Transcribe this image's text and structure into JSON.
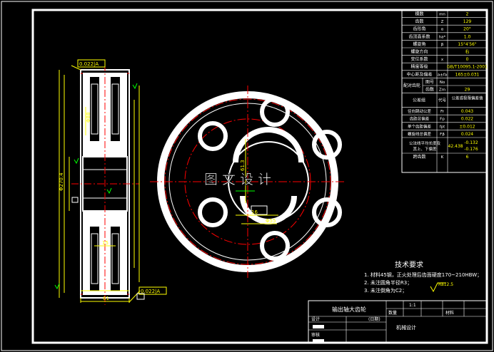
{
  "param_table": {
    "rows": [
      {
        "name": "模数",
        "sym": "mn",
        "val": "2"
      },
      {
        "name": "齿数",
        "sym": "Z",
        "val": "129"
      },
      {
        "name": "齿形角",
        "sym": "α",
        "val": "20°"
      },
      {
        "name": "齿顶高系数",
        "sym": "ha*",
        "val": "1.0"
      },
      {
        "name": "螺旋角",
        "sym": "β",
        "val": "15°4′56\""
      },
      {
        "name": "螺旋方向",
        "sym": "",
        "val": "右"
      },
      {
        "name": "变位系数",
        "sym": "x",
        "val": "0"
      },
      {
        "name": "精度等级",
        "sym": "",
        "val": "GB/T10095.1-2001"
      },
      {
        "name": "中心距及偏差",
        "sym": "a±fa",
        "val": "165±0.031"
      }
    ],
    "mating_label": "配对齿轮",
    "mating_rows": [
      {
        "name": "图号",
        "sym": "No",
        "val": ""
      },
      {
        "name": "齿数",
        "sym": "Zm",
        "val": "29"
      }
    ],
    "tol_group_label": "公差组",
    "tol_group_sym": "代号",
    "tol_group_val": "公差或极限偏差值",
    "tol_rows": [
      {
        "name": "径向跳动公差",
        "sym": "Fr",
        "val": "0.043"
      },
      {
        "name": "齿距总偏差",
        "sym": "Fp",
        "val": "0.022"
      },
      {
        "name": "单个齿距偏差",
        "sym": "fpt",
        "val": "±0.012"
      },
      {
        "name": "螺旋线总偏差",
        "sym": "Fβ",
        "val": "0.024"
      }
    ],
    "thickness_label": "公法线平均长度及其上、下偏差",
    "thickness_nominal": "42.438",
    "thickness_upper": "-0.132",
    "thickness_lower": "-0.176",
    "span_label": "跨齿数",
    "span_sym": "K",
    "span_val": "6"
  },
  "tech_req": {
    "title": "技术要求",
    "items": [
      "1. 材料45钢，正火处理后齿面硬度170~210HBW；",
      "2. 未注圆角半径R3；",
      "3. 未注倒角为C2；"
    ],
    "roughness": "Ra12.5"
  },
  "title_block": {
    "part_name": "输出轴大齿轮",
    "scale": "1:1",
    "quantity_label": "数量",
    "material_label": "材料",
    "design_label": "设计",
    "date_label": "(日期)",
    "check_label": "审核",
    "course": "机械设计"
  },
  "watermark": "图 文 设 计",
  "section_view": {
    "tol_top": "0.022|A",
    "tol_bottom": "0.022|A",
    "width_dim": "61",
    "web_dim": "15",
    "hub_dim": "Φ88",
    "outer_dim": "Φ270.4"
  },
  "front_view": {
    "bore_dim": "Φ55",
    "keyway_dim": "61.3",
    "keywidth_dim": "16"
  },
  "colors": {
    "background": "#000000",
    "line": "#ffffff",
    "dimension": "#ffff00",
    "centerline": "#ff0000",
    "accent": "#00ff00"
  }
}
